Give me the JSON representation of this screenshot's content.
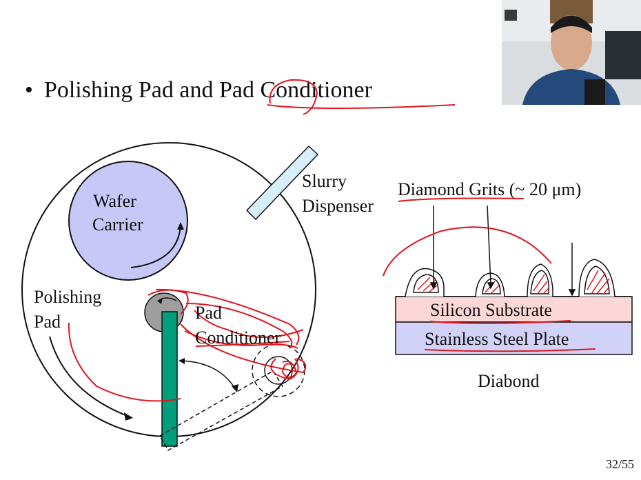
{
  "slide": {
    "bullet": "•",
    "title": "Polishing Pad and Pad Conditioner",
    "page_number": "32/55"
  },
  "left_diagram": {
    "wafer_carrier": [
      "Wafer",
      "Carrier"
    ],
    "slurry_dispenser": [
      "Slurry",
      "Dispenser"
    ],
    "polishing_pad": [
      "Polishing",
      "Pad"
    ],
    "pad_conditioner": [
      "Pad",
      "Conditioner"
    ]
  },
  "right_diagram": {
    "diamond_grits": "Diamond Grits (~ 20 μm)",
    "silicon_substrate": "Silicon Substrate",
    "stainless_steel_plate": "Stainless Steel Plate",
    "caption": "Diabond"
  },
  "colors": {
    "wafer_carrier_fill": "#c8c8f8",
    "slurry_fill": "#d6eefa",
    "conditioner_arm": "#009e7a",
    "conditioner_head": "#9e9e9e",
    "silicon_layer": "#fcd7d7",
    "steel_layer": "#d2d2f8",
    "annotation_ink": "#e0141e"
  },
  "webcam": {
    "description_icon": "presenter-video-icon"
  }
}
